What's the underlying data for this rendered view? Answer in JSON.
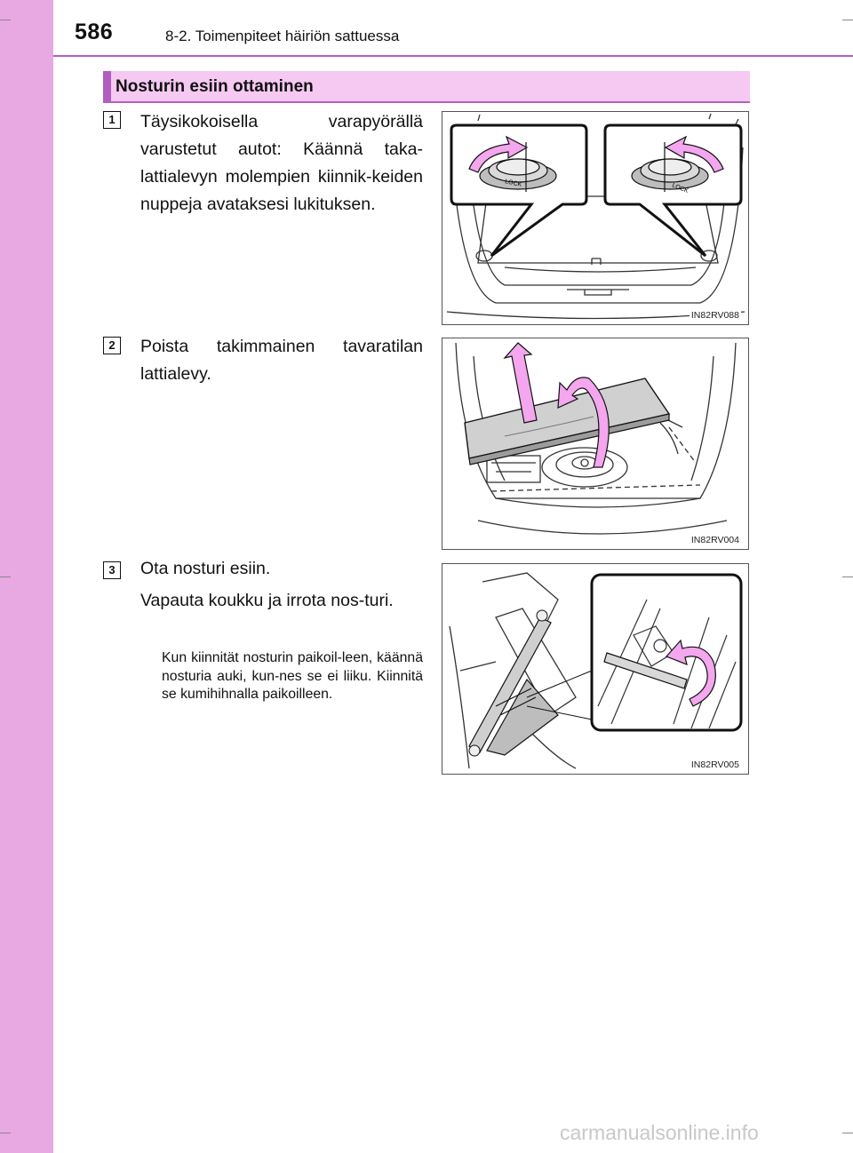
{
  "header": {
    "page_number": "586",
    "chapter": "8-2. Toimenpiteet häiriön sattuessa"
  },
  "section": {
    "title": "Nosturin esiin ottaminen"
  },
  "steps": [
    {
      "number": "1",
      "text": "Täysikokoisella varapyörällä varustetut autot: Käännä taka-lattialevyn molempien kiinnik-keiden nuppeja avataksesi lukituksen.",
      "figure_code": "IN82RV088",
      "knob_left_label": "LOCK",
      "knob_right_label": "LOCK"
    },
    {
      "number": "2",
      "text": "Poista takimmainen tavaratilan lattialevy.",
      "figure_code": "IN82RV004"
    },
    {
      "number": "3",
      "text": "Ota nosturi esiin.",
      "text2": "Vapauta koukku ja irrota nos-turi.",
      "note": "Kun kiinnität nosturin paikoil-leen, käännä nosturia auki, kun-nes se ei liiku. Kiinnitä se kumihihnalla paikoilleen.",
      "figure_code": "IN82RV005"
    }
  ],
  "footer": {
    "watermark": "carmanualsonline.info"
  },
  "colors": {
    "sidebar": "#e8a8e2",
    "section_bar": "#f6c9f2",
    "accent": "#b15cc0",
    "arrow_pink": "#f4a6ee"
  }
}
